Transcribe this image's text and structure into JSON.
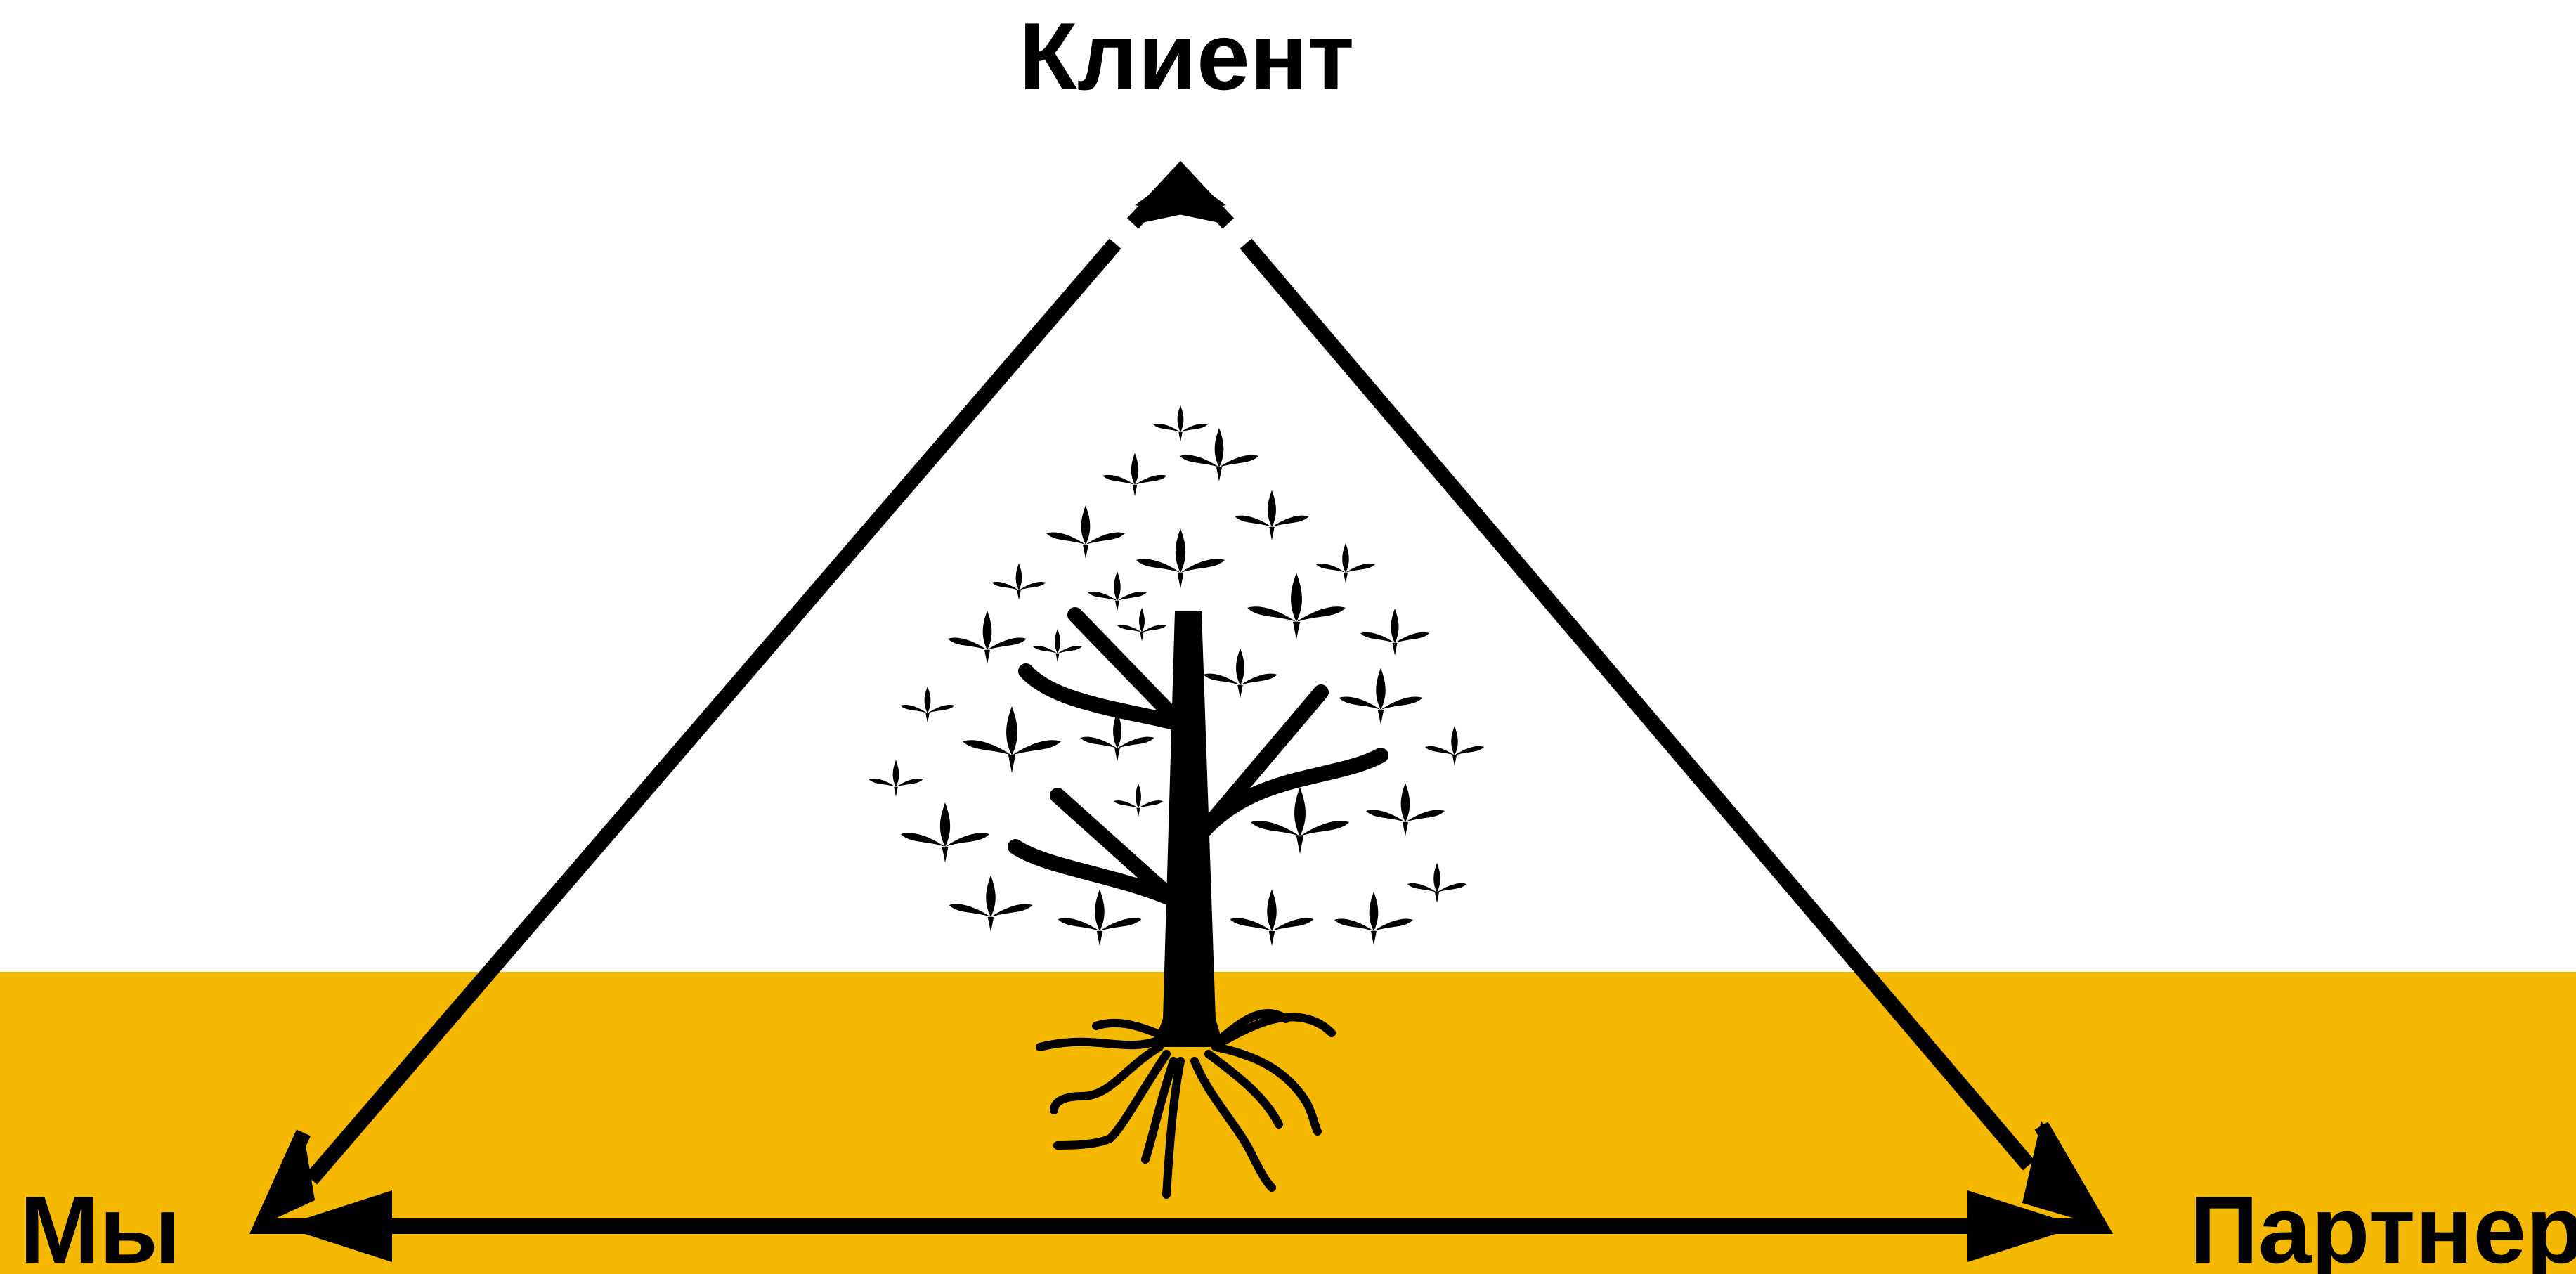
{
  "colors": {
    "background": "#ffffff",
    "ground": "#f5b800",
    "ink": "#000000"
  },
  "nodes": {
    "top": "Клиент",
    "left": "Мы",
    "right": "Партнер"
  },
  "edges": [
    {
      "from": "top",
      "to": "left",
      "direction": "bidirectional"
    },
    {
      "from": "top",
      "to": "right",
      "direction": "bidirectional"
    },
    {
      "from": "left",
      "to": "right",
      "direction": "bidirectional"
    }
  ],
  "center_icon": "tree-with-roots-icon"
}
